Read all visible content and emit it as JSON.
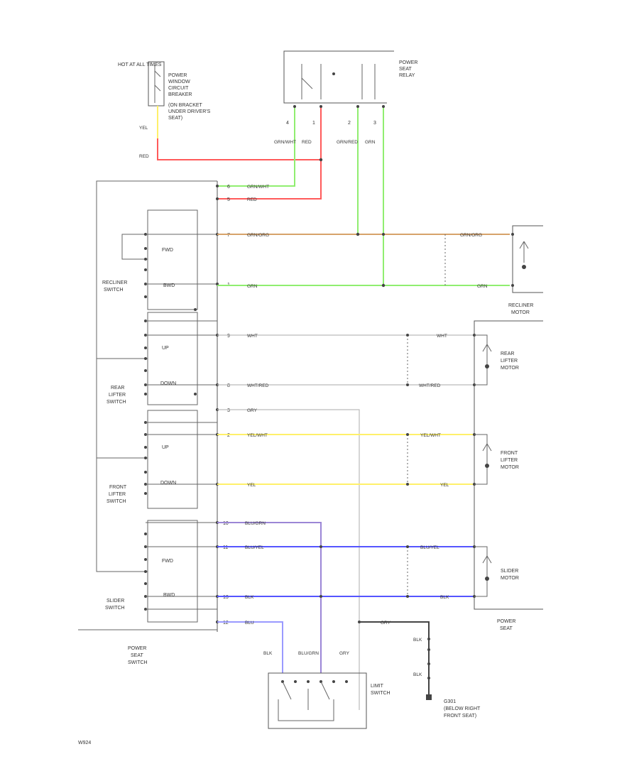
{
  "title": "",
  "colors": {
    "red": "#ff5a5a",
    "green": "#90ee70",
    "orange": "#d7a36a",
    "yellow": "#fff06a",
    "blue": "#5555ff",
    "light_blue": "#9a9aff",
    "purple": "#9b86d6",
    "grey": "#bbbbbb"
  },
  "labels": {
    "hot_at_all_times": "HOT AT ALL TIMES",
    "power_window_cb_1": "POWER",
    "power_window_cb_2": "WINDOW",
    "power_window_cb_3": "CIRCUIT",
    "power_window_cb_4": "BREAKER",
    "power_window_cb_5": "(ON BRACKET",
    "power_window_cb_6": "UNDER DRIVER'S",
    "power_window_cb_7": "SEAT)",
    "power_seat_relay_1": "POWER",
    "power_seat_relay_2": "SEAT",
    "power_seat_relay_3": "RELAY",
    "recliner_switch_1": "RECLINER",
    "recliner_switch_2": "SWITCH",
    "rear_lifter_switch_1": "REAR",
    "rear_lifter_switch_2": "LIFTER",
    "rear_lifter_switch_3": "SWITCH",
    "front_lifter_switch_1": "FRONT",
    "front_lifter_switch_2": "LIFTER",
    "front_lifter_switch_3": "SWITCH",
    "slider_switch_1": "SLIDER",
    "slider_switch_2": "SWITCH",
    "power_seat_switch_1": "POWER",
    "power_seat_switch_2": "SEAT",
    "power_seat_switch_3": "SWITCH",
    "recliner_motor_1": "RECLINER",
    "recliner_motor_2": "MOTOR",
    "rear_lifter_motor_1": "REAR",
    "rear_lifter_motor_2": "LIFTER",
    "rear_lifter_motor_3": "MOTOR",
    "front_lifter_motor_1": "FRONT",
    "front_lifter_motor_2": "LIFTER",
    "front_lifter_motor_3": "MOTOR",
    "slider_motor_1": "SLIDER",
    "slider_motor_2": "MOTOR",
    "power_seat_1": "POWER",
    "power_seat_2": "SEAT",
    "limit_switch_1": "LIMIT",
    "limit_switch_2": "SWITCH",
    "ground_1": "G301",
    "ground_2": "(BELOW RIGHT",
    "ground_3": "FRONT SEAT)",
    "fwd": "FWD",
    "bwd": "BWD",
    "up": "UP",
    "down": "DOWN",
    "figure_id": "W924"
  },
  "wires": {
    "yel": "YEL",
    "red": "RED",
    "grn_wht": "GRN/WHT",
    "red2": "RED",
    "grn_red": "GRN/RED",
    "grn": "GRN",
    "grn_wht_row": "GRN/WHT",
    "red_row": "RED",
    "grn_org": "GRN/ORG",
    "grn_row": "GRN",
    "wht": "WHT",
    "wht_red": "WHT/RED",
    "gry": "GRY",
    "yel_wht": "YEL/WHT",
    "yel_row": "YEL",
    "blu_grn": "BLU/GRN",
    "blu_yel": "BLU/YEL",
    "blk": "BLK",
    "blu": "BLU",
    "blk2": "BLK",
    "blu_grn2": "BLU/GRN",
    "gry2": "GRY",
    "blk3": "BLK",
    "blk4": "BLK",
    "gry3": "GRY"
  },
  "pins": {
    "relay": [
      "4",
      "1",
      "2",
      "3"
    ],
    "switch": [
      "6",
      "5",
      "7",
      "1",
      "9",
      "8",
      "3",
      "2",
      "10",
      "11",
      "13",
      "12"
    ]
  }
}
